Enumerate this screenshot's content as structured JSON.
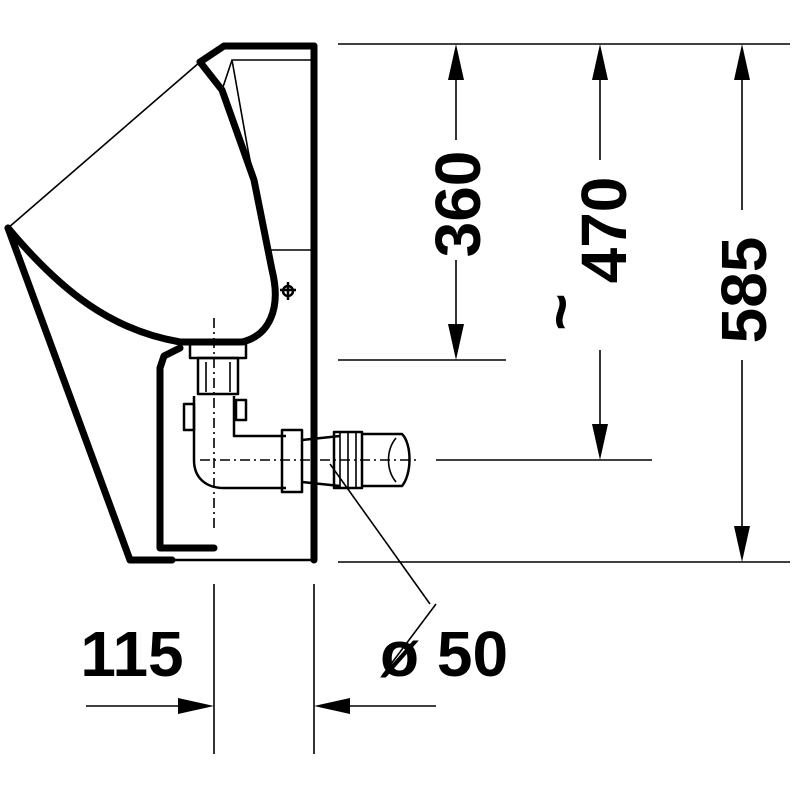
{
  "drawing": {
    "line_color": "#000000",
    "background": "#ffffff",
    "dimensions": {
      "height_360": "360",
      "height_470": "470",
      "approx_symbol": "~",
      "height_585": "585",
      "depth_115": "115",
      "pipe_diameter": "ø 50"
    }
  }
}
